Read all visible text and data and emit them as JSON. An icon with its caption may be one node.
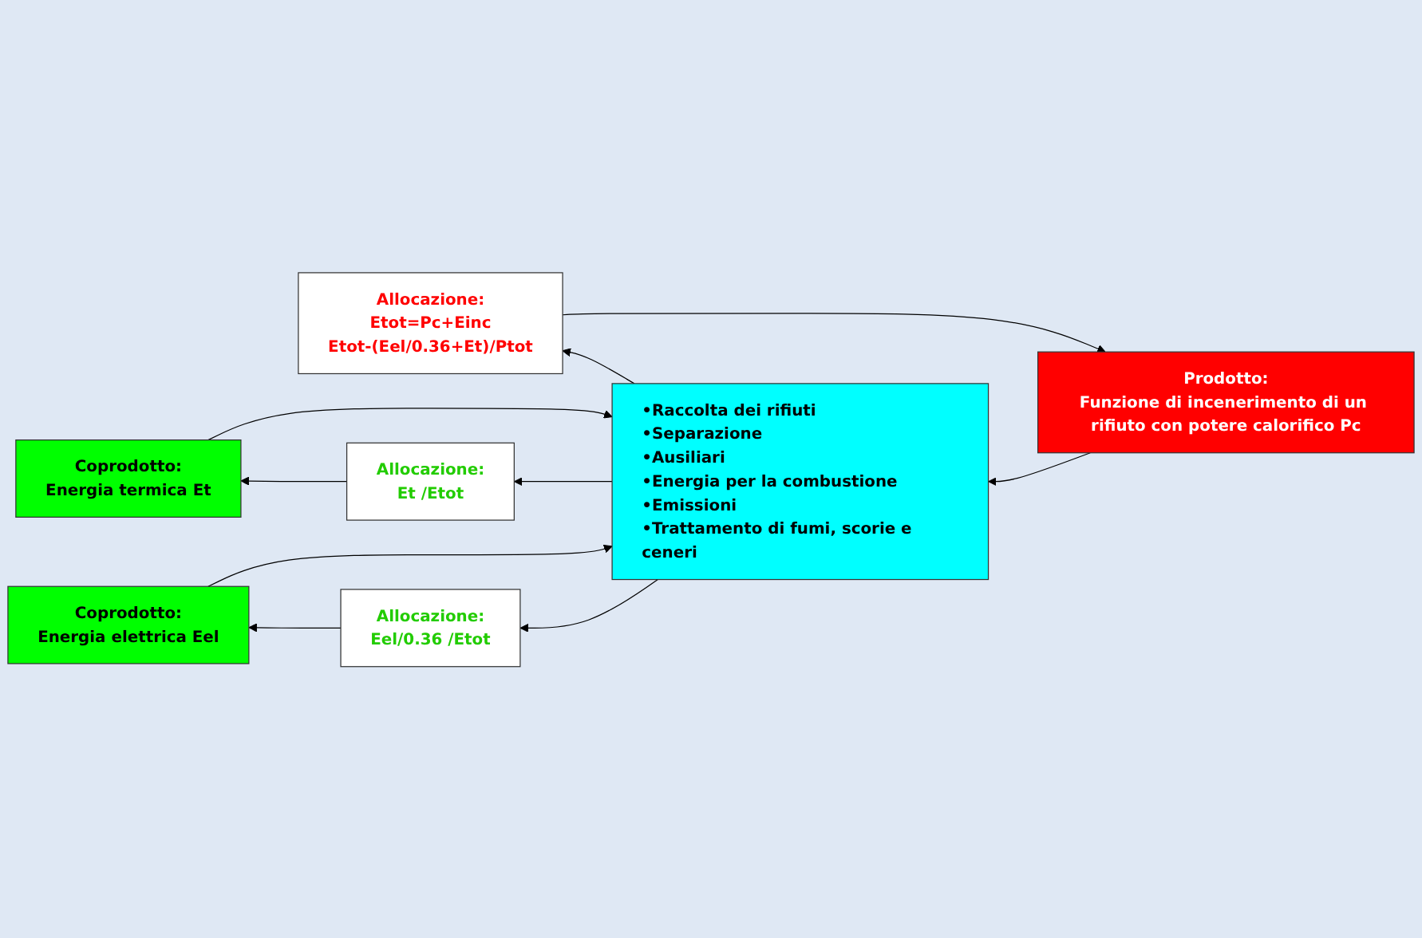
{
  "diagram": {
    "nodes": [
      {
        "text": [
          "Prodotto:",
          "Funzione di incenerimento di un rifiuto con potere calorifico Pc"
        ]
      },
      {
        "text": [
          "Allocazione:",
          "Etot=Pc+Einc",
          "Etot-(Eel/0.36+Et)/Ptot"
        ]
      },
      {
        "text": [
          "Coprodotto:",
          "Energia elettrica Eel"
        ]
      },
      {
        "text": [
          "Allocazione:",
          "Eel/0.36 /Etot"
        ]
      },
      {
        "text": [
          "Coprodotto:",
          "Energia termica Et"
        ]
      },
      {
        "text": [
          "Allocazione:",
          "Et /Etot"
        ]
      },
      {
        "text": [
          "•Raccolta dei rifiuti",
          "•Separazione",
          "•Ausiliari",
          "•Energia per la combustione",
          "•Emissioni",
          "•Trattamento di fumi, scorie e ceneri"
        ]
      }
    ],
    "edges": [
      {
        "from": 1,
        "to": 0,
        "arrow": "to"
      },
      {
        "from": 3,
        "to": 2,
        "arrow": "to"
      },
      {
        "from": 5,
        "to": 4,
        "arrow": "to"
      },
      {
        "from": 0,
        "to": 6,
        "arrow": "to"
      },
      {
        "from": 2,
        "to": 6,
        "arrow": "to"
      },
      {
        "from": 4,
        "to": 6,
        "arrow": "to"
      },
      {
        "from": 6,
        "to": 5,
        "arrow": "to"
      },
      {
        "from": 6,
        "to": 3,
        "arrow": "to"
      },
      {
        "from": 6,
        "to": 1,
        "arrow": "to"
      }
    ]
  }
}
